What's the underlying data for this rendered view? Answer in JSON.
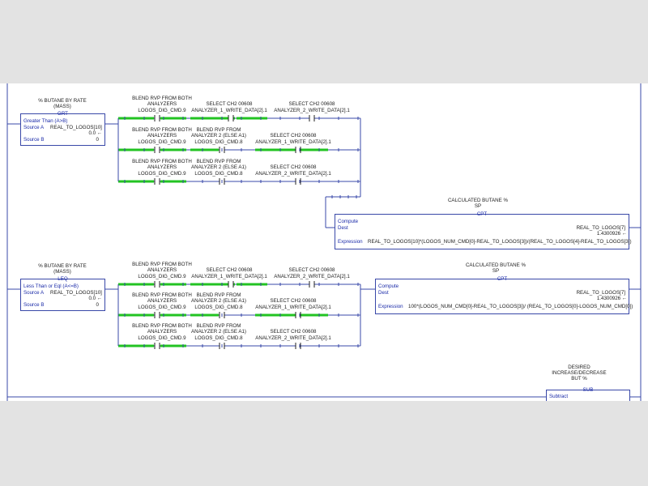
{
  "rung1": {
    "compare": {
      "title_line1": "% BUTANE BY RATE",
      "title_line2": "(MASS)",
      "mnemonic": "GRT",
      "description": "Greater Than (A>B)",
      "source_a_label": "Source A",
      "source_a_value": "REAL_TO_LOGOS[10]",
      "source_a_live": "0.0 ←",
      "source_b_label": "Source B",
      "source_b_value": "0"
    },
    "branches": [
      {
        "contact1": {
          "line1": "BLEND RVP FROM BOTH",
          "line2": "ANALYZERS",
          "tag": "LOGOS_DIG_CMD.9"
        },
        "contact2": {
          "line1": "",
          "line2": "SELECT CH2 00608",
          "tag": "ANALYZER_1_WRITE_DATA[2].1"
        },
        "contact3": {
          "line1": "",
          "line2": "SELECT CH2 00608",
          "tag": "ANALYZER_2_WRITE_DATA[2].1"
        }
      },
      {
        "contact1": {
          "line1": "BLEND RVP FROM BOTH",
          "line2": "ANALYZERS",
          "tag": "LOGOS_DIG_CMD.9"
        },
        "contact2": {
          "line1": "BLEND RVP FROM",
          "line2": "ANALYZER 2 (ELSE A1)",
          "tag": "LOGOS_DIG_CMD.8"
        },
        "contact3": {
          "line1": "",
          "line2": "SELECT CH2 00608",
          "tag": "ANALYZER_1_WRITE_DATA[2].1"
        }
      },
      {
        "contact1": {
          "line1": "BLEND RVP FROM BOTH",
          "line2": "ANALYZERS",
          "tag": "LOGOS_DIG_CMD.9"
        },
        "contact2": {
          "line1": "BLEND RVP FROM",
          "line2": "ANALYZER 2 (ELSE A1)",
          "tag": "LOGOS_DIG_CMD.8"
        },
        "contact3": {
          "line1": "",
          "line2": "SELECT CH2 00608",
          "tag": "ANALYZER_2_WRITE_DATA[2].1"
        }
      }
    ],
    "compute": {
      "title_line1": "CALCULATED BUTANE %",
      "title_line2": "SP",
      "mnemonic": "CPT",
      "label": "Compute",
      "dest_label": "Dest",
      "dest_value": "REAL_TO_LOGOS[7]",
      "dest_live": "1.4300926 ←",
      "expression_label": "Expression",
      "expression": "REAL_TO_LOGOS[10]*(LOGOS_NUM_CMD[0]-REAL_TO_LOGOS[3])/(REAL_TO_LOGOS[4]-REAL_TO_LOGOS[3])"
    }
  },
  "rung2": {
    "compare": {
      "title_line1": "% BUTANE BY RATE",
      "title_line2": "(MASS)",
      "mnemonic": "LEQ",
      "description": "Less Than or Eql (A<=B)",
      "source_a_label": "Source A",
      "source_a_value": "REAL_TO_LOGOS[10]",
      "source_a_live": "0.0 ←",
      "source_b_label": "Source B",
      "source_b_value": "0"
    },
    "branches": [
      {
        "contact1": {
          "line1": "BLEND RVP FROM BOTH",
          "line2": "ANALYZERS",
          "tag": "LOGOS_DIG_CMD.9"
        },
        "contact2": {
          "line1": "",
          "line2": "SELECT CH2 00608",
          "tag": "ANALYZER_1_WRITE_DATA[2].1"
        },
        "contact3": {
          "line1": "",
          "line2": "SELECT CH2 00608",
          "tag": "ANALYZER_2_WRITE_DATA[2].1"
        }
      },
      {
        "contact1": {
          "line1": "BLEND RVP FROM BOTH",
          "line2": "ANALYZERS",
          "tag": "LOGOS_DIG_CMD.9"
        },
        "contact2": {
          "line1": "BLEND RVP FROM",
          "line2": "ANALYZER 2 (ELSE A1)",
          "tag": "LOGOS_DIG_CMD.8"
        },
        "contact3": {
          "line1": "",
          "line2": "SELECT CH2 00608",
          "tag": "ANALYZER_1_WRITE_DATA[2].1"
        }
      },
      {
        "contact1": {
          "line1": "BLEND RVP FROM BOTH",
          "line2": "ANALYZERS",
          "tag": "LOGOS_DIG_CMD.9"
        },
        "contact2": {
          "line1": "BLEND RVP FROM",
          "line2": "ANALYZER 2 (ELSE A1)",
          "tag": "LOGOS_DIG_CMD.8"
        },
        "contact3": {
          "line1": "",
          "line2": "SELECT CH2 00608",
          "tag": "ANALYZER_2_WRITE_DATA[2].1"
        }
      }
    ],
    "compute": {
      "title_line1": "CALCULATED BUTANE %",
      "title_line2": "SP",
      "mnemonic": "CPT",
      "label": "Compute",
      "dest_label": "Dest",
      "dest_value": "REAL_TO_LOGOS[7]",
      "dest_live": "1.4300926 ←",
      "expression_label": "Expression",
      "expression": "100*(LOGOS_NUM_CMD[0]-REAL_TO_LOGOS[3])/ (REAL_TO_LOGOS[0]-LOGOS_NUM_CMD[0])"
    }
  },
  "rung3": {
    "subtract": {
      "title_line1": "DESIRED",
      "title_line2": "INCREASE/DECREASE",
      "title_line3": "BUT %",
      "mnemonic": "SUB",
      "label": "Subtract"
    }
  },
  "colors": {
    "rail": "#3948a8",
    "energized": "#22c322",
    "background": "#e3e3e3"
  }
}
